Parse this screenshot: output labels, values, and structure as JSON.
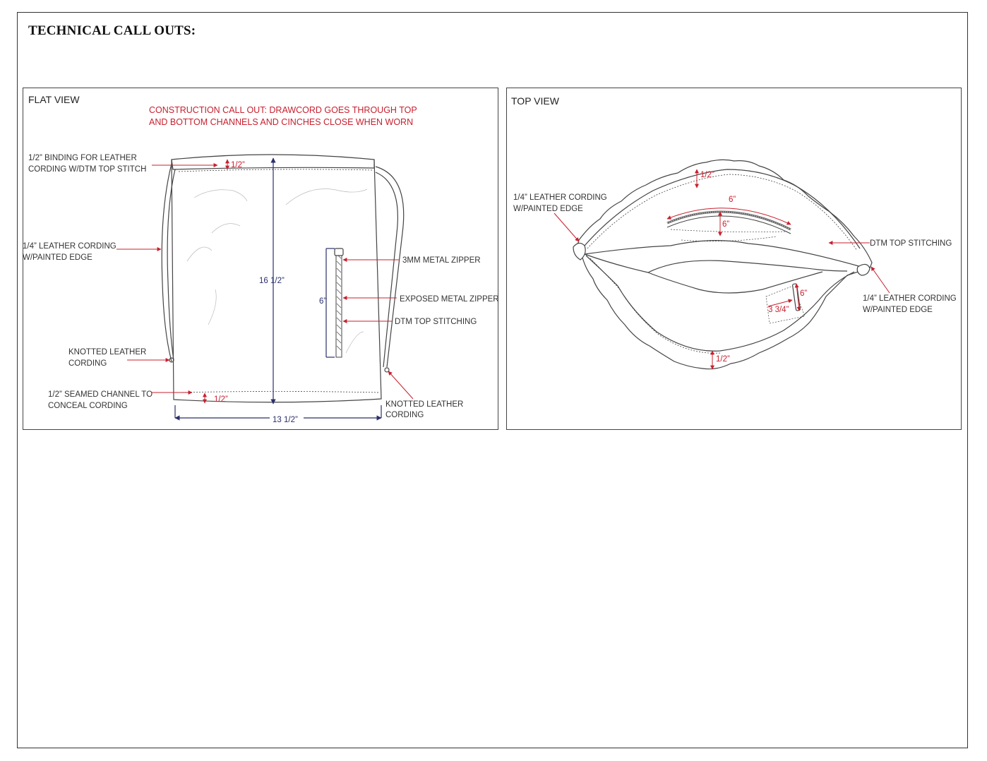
{
  "page_title": "TECHNICAL CALL OUTS:",
  "flat_view": {
    "title": "FLAT VIEW",
    "construction_line1": "CONSTRUCTION CALL OUT: DRAWCORD GOES THROUGH TOP",
    "construction_line2": "AND BOTTOM CHANNELS AND CINCHES CLOSE WHEN WORN",
    "binding_line1": "1/2” BINDING FOR LEATHER",
    "binding_line2": "CORDING W/DTM TOP STITCH",
    "cording_line1": "1/4” LEATHER CORDING",
    "cording_line2": "W/PAINTED EDGE",
    "knot_left_line1": "KNOTTED LEATHER",
    "knot_left_line2": "CORDING",
    "channel_line1": "1/2” SEAMED CHANNEL TO",
    "channel_line2": "CONCEAL CORDING",
    "zipper_3mm": "3MM METAL ZIPPER",
    "zipper_exposed": "EXPOSED METAL ZIPPER",
    "dtm_stitching": "DTM TOP STITCHING",
    "knot_right_line1": "KNOTTED LEATHER",
    "knot_right_line2": "CORDING",
    "dim_top": "1/2”",
    "dim_bottom": "1/2”",
    "dim_height": "16 1/2”",
    "dim_zipper": "6”",
    "dim_width": "13 1/2”"
  },
  "top_view": {
    "title": "TOP VIEW",
    "cording_left_line1": "1/4” LEATHER CORDING",
    "cording_left_line2": "W/PAINTED EDGE",
    "dtm_stitching": "DTM TOP STITCHING",
    "cording_right_line1": "1/4” LEATHER CORDING",
    "cording_right_line2": "W/PAINTED EDGE",
    "dim_top": "1/2”",
    "dim_bottom": "1/2”",
    "dim_zip_len": "6”",
    "dim_zip_depth": "6”",
    "dim_pocket_h": "6”",
    "dim_pocket_w": "3 3/4”"
  },
  "colors": {
    "annotation_red": "#c8202e",
    "dimension_blue": "#2b2f6b",
    "outline": "#444444"
  }
}
